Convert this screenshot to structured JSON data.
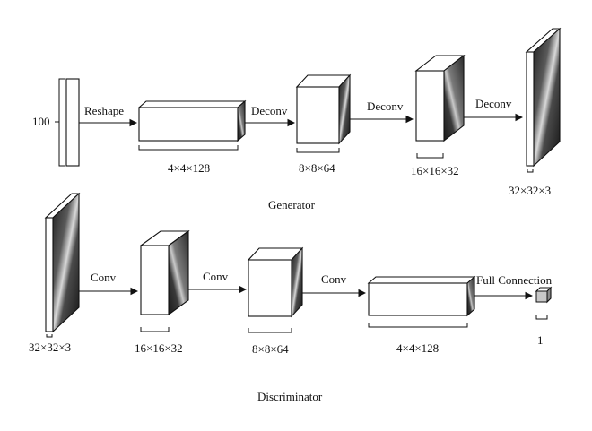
{
  "generator": {
    "title": "Generator",
    "input_label": "100",
    "steps": [
      {
        "op": "Reshape",
        "dims": "4×4×128"
      },
      {
        "op": "Deconv",
        "dims": "8×8×64"
      },
      {
        "op": "Deconv",
        "dims": "16×16×32"
      },
      {
        "op": "Deconv",
        "dims": "32×32×3"
      }
    ]
  },
  "discriminator": {
    "title": "Discriminator",
    "input_dims": "32×32×3",
    "steps": [
      {
        "op": "Conv",
        "dims": "16×16×32"
      },
      {
        "op": "Conv",
        "dims": "8×8×64"
      },
      {
        "op": "Conv",
        "dims": "4×4×128"
      },
      {
        "op": "Full Connection",
        "dims": "1"
      }
    ]
  },
  "colors": {
    "stroke": "#111111",
    "texture_dark": "#2a2a2a",
    "texture_light": "#bdbdbd",
    "output_node": "#c8c8c8"
  }
}
